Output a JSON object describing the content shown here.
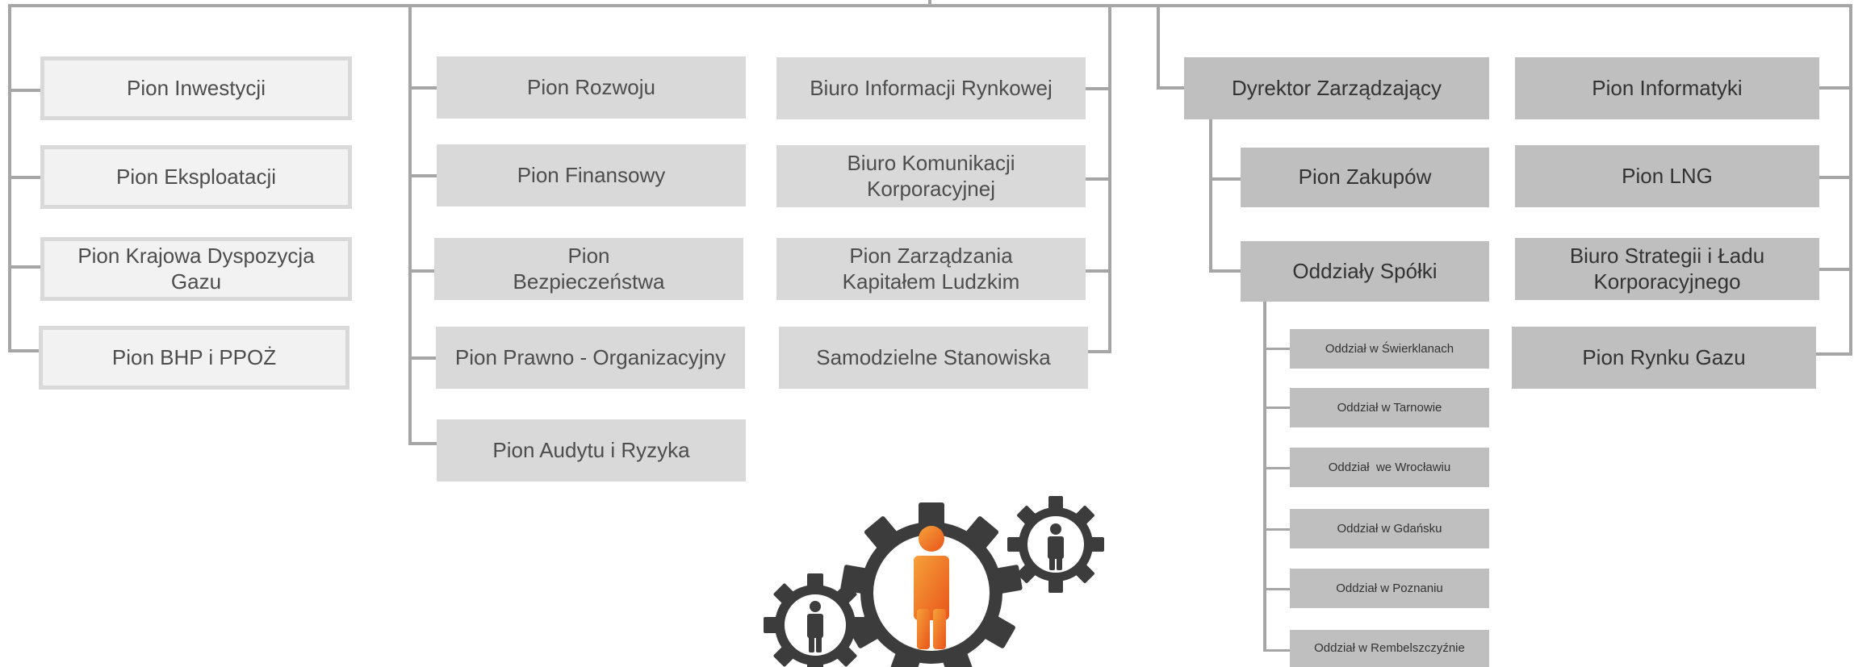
{
  "columns": {
    "col1": [
      "Pion Inwestycji",
      "Pion Eksploatacji",
      "Pion Krajowa Dyspozycja\nGazu",
      "Pion BHP i PPOŻ"
    ],
    "col2": [
      "Pion Rozwoju",
      "Pion Finansowy",
      "Pion\nBezpieczeństwa",
      "Pion Prawno - Organizacyjny",
      "Pion Audytu i Ryzyka"
    ],
    "col3": [
      "Biuro Informacji Rynkowej",
      "Biuro Komunikacji\nKorporacyjnej",
      "Pion Zarządzania\nKapitałem Ludzkim",
      "Samodzielne Stanowiska"
    ],
    "col4": [
      "Dyrektor Zarządzający",
      "Pion Zakupów",
      "Oddziały Spółki"
    ],
    "oddzialy": [
      "Oddział w Świerklanach",
      "Oddział w Tarnowie",
      "Oddział  we Wrocławiu",
      "Oddział w Gdańsku",
      "Oddział w Poznaniu",
      "Oddział w Rembelszczyźnie"
    ],
    "col5": [
      "Pion Informatyki",
      "Pion LNG",
      "Biuro Strategii i Ładu\nKorporacyjnego",
      "Pion Rynku Gazu"
    ]
  },
  "colors": {
    "line": "#a6a6a6",
    "light_box": "#f2f2f2",
    "mid_box": "#d9d9d9",
    "dark_box": "#bfbfbf",
    "gear": "#3a3a3a",
    "person_accent": "#f08020",
    "person_small": "#3a3a3a"
  },
  "illustration": {
    "icon": "gears-with-people-icon"
  }
}
